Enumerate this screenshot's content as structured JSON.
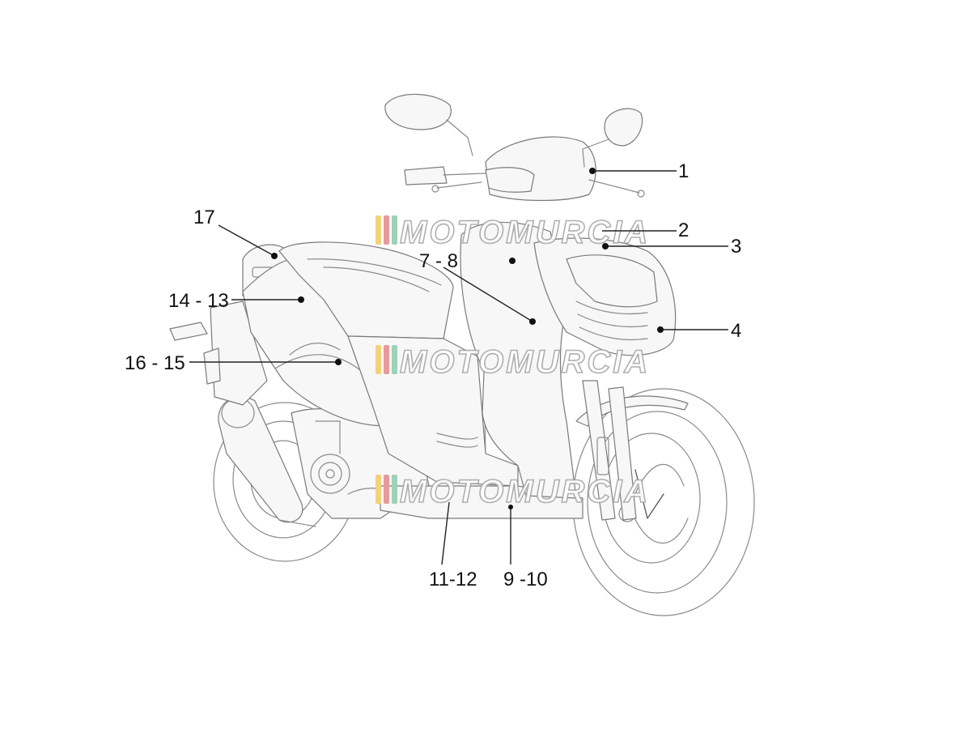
{
  "callouts": [
    {
      "id": "c1",
      "label": "1"
    },
    {
      "id": "c2",
      "label": "2"
    },
    {
      "id": "c3",
      "label": "3"
    },
    {
      "id": "c4",
      "label": "4"
    },
    {
      "id": "c78",
      "label": "7 - 8"
    },
    {
      "id": "c17",
      "label": "17"
    },
    {
      "id": "c1413",
      "label": "14 - 13"
    },
    {
      "id": "c1615",
      "label": "16 - 15"
    },
    {
      "id": "c1112",
      "label": "11-12"
    },
    {
      "id": "c910",
      "label": "9 -10"
    }
  ],
  "watermark": {
    "text": "MOTOMURCIA",
    "stripe_colors": [
      "#f3d27a",
      "#e89a9a",
      "#9fd0b8"
    ]
  }
}
